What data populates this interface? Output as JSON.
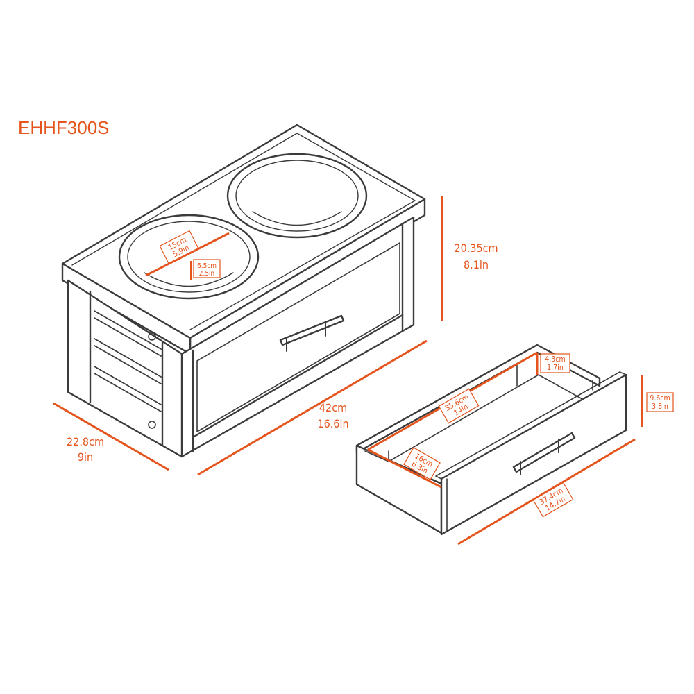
{
  "model_code": "EHHF300S",
  "colors": {
    "accent": "#e4541c",
    "line": "#3b3b3b",
    "background": "#ffffff"
  },
  "dimensions": {
    "feeder_height": {
      "cm": "20.35cm",
      "in": "8.1in"
    },
    "feeder_width": {
      "cm": "42cm",
      "in": "16.6in"
    },
    "feeder_depth": {
      "cm": "22.8cm",
      "in": "9in"
    },
    "bowl_diameter": {
      "cm": "15cm",
      "in": "5.9in"
    },
    "bowl_depth": {
      "cm": "6.5cm",
      "in": "2.5in"
    },
    "drawer_inner_length": {
      "cm": "35.6cm",
      "in": "14in"
    },
    "drawer_inner_depth": {
      "cm": "16cm",
      "in": "6.3in"
    },
    "drawer_wall_height": {
      "cm": "4.3cm",
      "in": "1.7in"
    },
    "drawer_height": {
      "cm": "9.6cm",
      "in": "3.8in"
    },
    "drawer_length": {
      "cm": "37.4cm",
      "in": "14.7in"
    }
  }
}
